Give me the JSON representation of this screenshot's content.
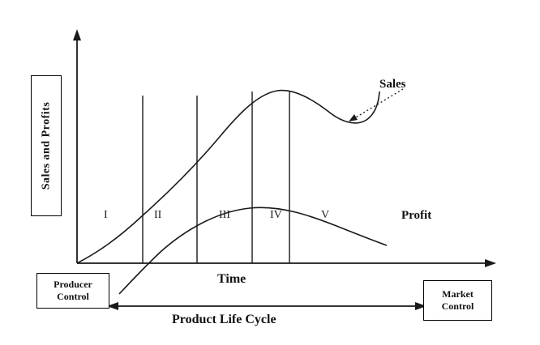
{
  "diagram": {
    "title_implicit": "Product Life Cycle",
    "y_axis_label": "Sales and Profits",
    "x_axis_label": "Time",
    "stages": [
      "I",
      "II",
      "III",
      "IV",
      "V"
    ],
    "sales_label": "Sales",
    "profit_label": "Profit",
    "producer_box": "Producer Control",
    "market_box": "Market Control",
    "cycle_label": "Product Life Cycle",
    "line_color": "#1a1a1a"
  }
}
